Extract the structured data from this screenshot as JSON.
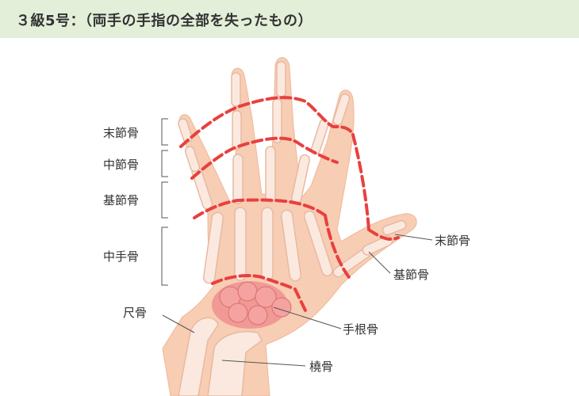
{
  "header": {
    "title": "３級5号：（両手の手指の全部を失ったもの）"
  },
  "labels": {
    "distal_phalanx_left": "末節骨",
    "middle_phalanx_left": "中節骨",
    "proximal_phalanx_left": "基節骨",
    "metacarpal_left": "中手骨",
    "ulna": "尺骨",
    "radius": "橈骨",
    "carpal": "手根骨",
    "distal_phalanx_thumb": "末節骨",
    "proximal_phalanx_thumb": "基節骨"
  },
  "colors": {
    "header_bg": "#e3efd9",
    "skin": "#f7cdb4",
    "bone": "#fbe9df",
    "carpal_highlight": "#f08f8f",
    "dashed_line": "#e8403f"
  }
}
